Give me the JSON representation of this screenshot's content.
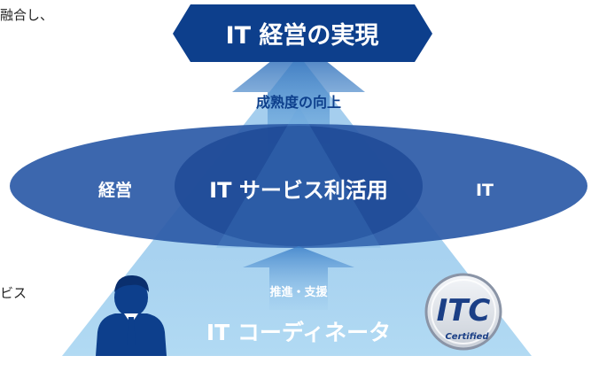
{
  "fragments": {
    "top_left": "融合し、",
    "mid_left": "ビス"
  },
  "diagram": {
    "goal": "IT 経営の実現",
    "maturity": "成熟度の向上",
    "left_oval": "経営",
    "center": "IT サービス利活用",
    "right_oval": "IT",
    "promotion": "推進・支援",
    "role": "IT コーディネータ",
    "badge_text": "ITC",
    "badge_sub": "Certified"
  },
  "colors": {
    "navy": "#0d3f8c",
    "oval": "#2d5ba8",
    "triangle": "#8cc4ea",
    "white": "#ffffff"
  },
  "icons": {
    "person": "businessman-icon",
    "badge": "itc-certified-badge"
  }
}
